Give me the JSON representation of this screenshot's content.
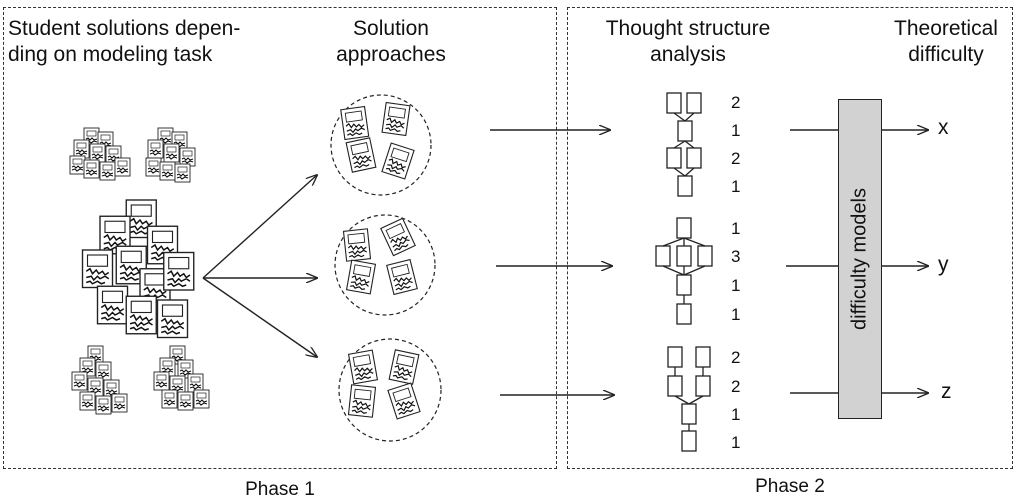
{
  "phase1": {
    "heading_students": "Student solutions depen-\nding on modeling task",
    "heading_approaches": "Solution\napproaches",
    "label": "Phase 1"
  },
  "phase2": {
    "heading_thought": "Thought structure\nanalysis",
    "heading_difficulty": "Theoretical\ndifficulty",
    "label": "Phase 2",
    "model_label": "difficulty  models"
  },
  "structures": [
    {
      "counts": [
        "2",
        "1",
        "2",
        "1"
      ],
      "output": "x"
    },
    {
      "counts": [
        "1",
        "3",
        "1",
        "1"
      ],
      "output": "y"
    },
    {
      "counts": [
        "2",
        "2",
        "1",
        "1"
      ],
      "output": "z"
    }
  ],
  "colors": {
    "line": "#222222",
    "box_fill": "#d2d2d2",
    "border": "#333333"
  }
}
